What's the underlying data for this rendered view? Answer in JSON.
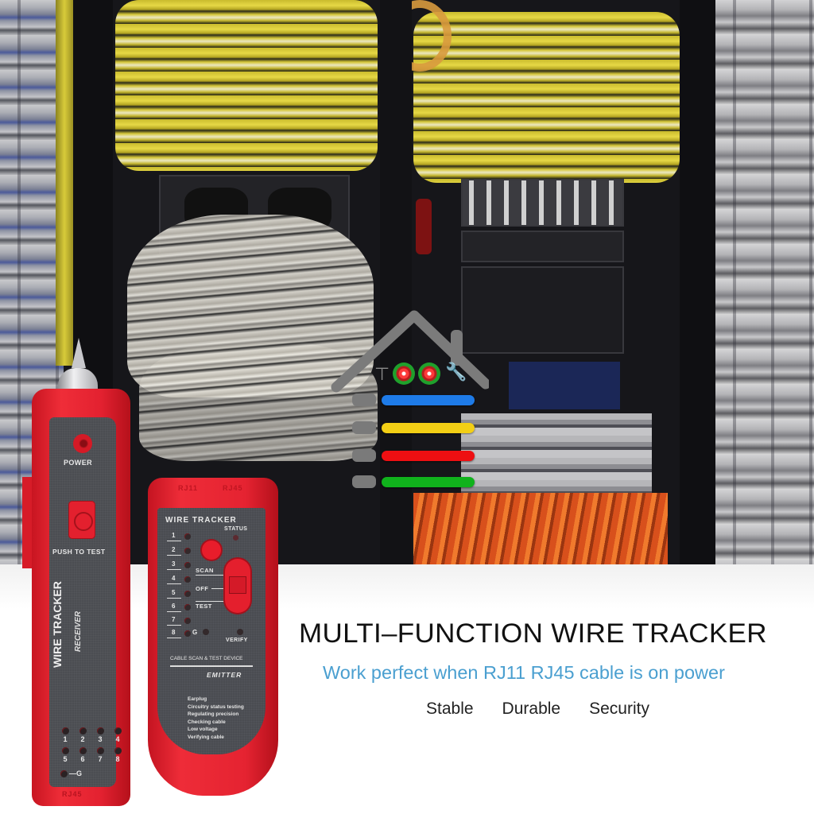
{
  "headline": "MULTI–FUNCTION WIRE TRACKER",
  "subtitle": "Work perfect when RJ11 RJ45 cable is on power",
  "features": [
    "Stable",
    "Durable",
    "Security"
  ],
  "colors": {
    "device_red": "#e52331",
    "panel_gray": "#4a4c51",
    "subtitle_blue": "#4a9fd0",
    "headline_black": "#111111",
    "wire_blue": "#1e7be8",
    "wire_yellow": "#f3cf15",
    "wire_red": "#ee0f12",
    "wire_green": "#10b21c",
    "house_gray": "#7b7b7b"
  },
  "house_icon": {
    "icon": "house-with-wires-icon",
    "wires": [
      {
        "color": "#1e7be8",
        "name": "blue"
      },
      {
        "color": "#f3cf15",
        "name": "yellow"
      },
      {
        "color": "#ee0f12",
        "name": "red"
      },
      {
        "color": "#10b21c",
        "name": "green"
      }
    ]
  },
  "receiver": {
    "power_label": "POWER",
    "push_label": "PUSH TO TEST",
    "title": "WIRE TRACKER",
    "subtitle": "RECEIVER",
    "leds": [
      "1",
      "2",
      "3",
      "4",
      "5",
      "6",
      "7",
      "8"
    ],
    "ground_label": "—G",
    "bottom_mark": "RJ45"
  },
  "emitter": {
    "top_marks": [
      "RJ11",
      "RJ45"
    ],
    "title": "WIRE TRACKER",
    "status_label": "STATUS",
    "numbers": [
      "1",
      "2",
      "3",
      "4",
      "5",
      "6",
      "7",
      "8"
    ],
    "modes": {
      "scan": "SCAN",
      "off": "OFF",
      "test": "TEST"
    },
    "g_label": "G",
    "verify_label": "VERIFY",
    "cable_scan_label": "CABLE SCAN & TEST DEVICE",
    "label": "EMITTER",
    "feature_list": [
      "Earplug",
      "Circuitry status testing",
      "Regulating precision",
      "Checking cable",
      "Low voltage",
      "Verifying cable"
    ]
  }
}
